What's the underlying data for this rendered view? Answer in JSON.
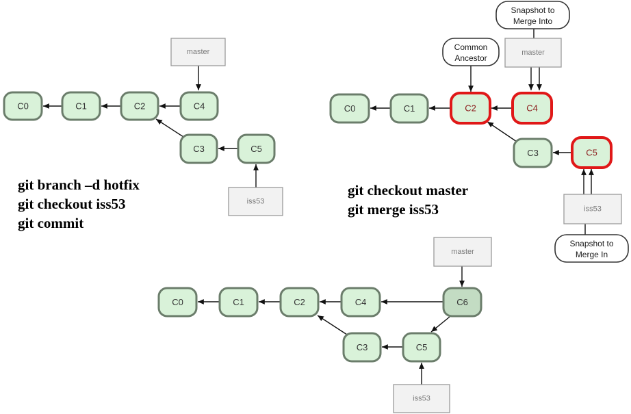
{
  "commands_left": [
    "git branch –d hotfix",
    "git checkout iss53",
    "git commit"
  ],
  "commands_right": [
    "git checkout master",
    "git merge iss53"
  ],
  "panel1": {
    "commits": [
      "C0",
      "C1",
      "C2",
      "C4",
      "C3",
      "C5"
    ],
    "refs": [
      "master",
      "iss53"
    ]
  },
  "panel2": {
    "commits": [
      "C0",
      "C1",
      "C2",
      "C4",
      "C3",
      "C5"
    ],
    "refs": [
      "master",
      "iss53"
    ],
    "bubbles": [
      [
        "Common",
        "Ancestor"
      ],
      [
        "Snapshot to",
        "Merge Into"
      ],
      [
        "Snapshot to",
        "Merge In"
      ]
    ]
  },
  "panel3": {
    "commits": [
      "C0",
      "C1",
      "C2",
      "C4",
      "C6",
      "C3",
      "C5"
    ],
    "refs": [
      "master",
      "iss53"
    ]
  },
  "colors": {
    "commit_fill": "#d9f2d9",
    "merge_commit_fill": "#c3dcc3",
    "commit_border": "#6b7d6b",
    "highlight_border": "#e01818",
    "ref_fill": "#f2f2f2"
  }
}
